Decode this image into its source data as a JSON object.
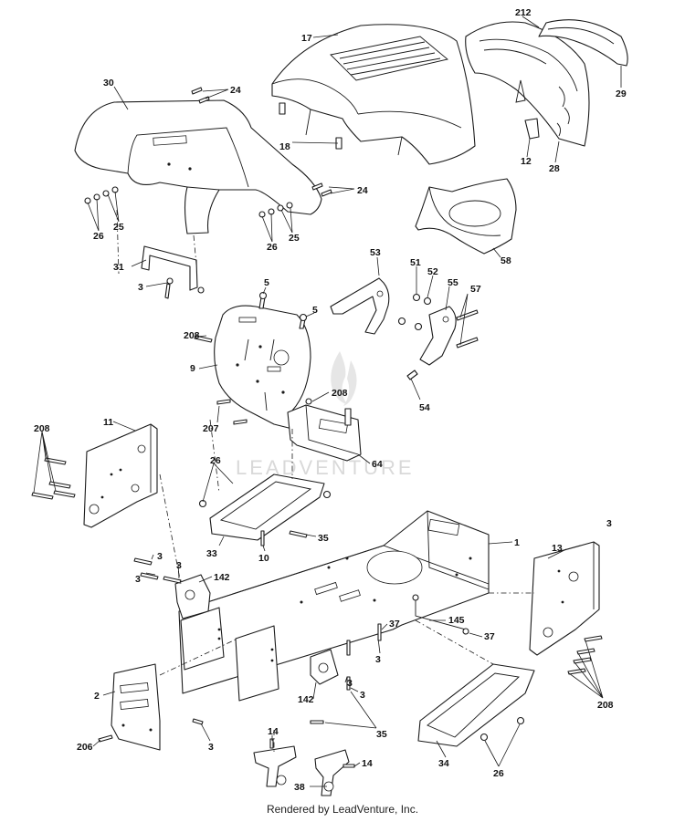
{
  "watermark": "LEADVENTURE",
  "footer": "Rendered by LeadVenture, Inc.",
  "callouts": {
    "c17": "17",
    "c212": "212",
    "c29": "29",
    "c28": "28",
    "c12": "12",
    "c30": "30",
    "c24a": "24",
    "c24b": "24",
    "c18": "18",
    "c25a": "25",
    "c26a": "26",
    "c26b": "26",
    "c25b": "25",
    "c31": "31",
    "c3a": "3",
    "c58": "58",
    "c53": "53",
    "c51": "51",
    "c52": "52",
    "c55": "55",
    "c57": "57",
    "c54": "54",
    "c5a": "5",
    "c5b": "5",
    "c208a": "208",
    "c9": "9",
    "c207": "207",
    "c208b": "208",
    "c208c": "208",
    "c11": "11",
    "c64": "64",
    "c26c": "26",
    "c35a": "35",
    "c33": "33",
    "c10": "10",
    "c1": "1",
    "c3b": "3",
    "c13": "13",
    "c3c": "3",
    "c3d": "3",
    "c3e": "3",
    "c142a": "142",
    "c145": "145",
    "c37a": "37",
    "c37b": "37",
    "c3f": "3",
    "c208d": "208",
    "c2": "2",
    "c142b": "142",
    "c3g": "3",
    "c3h": "3",
    "c3i": "3",
    "c35b": "35",
    "c206": "206",
    "c14a": "14",
    "c14b": "14",
    "c38": "38",
    "c34": "34",
    "c26d": "26"
  }
}
